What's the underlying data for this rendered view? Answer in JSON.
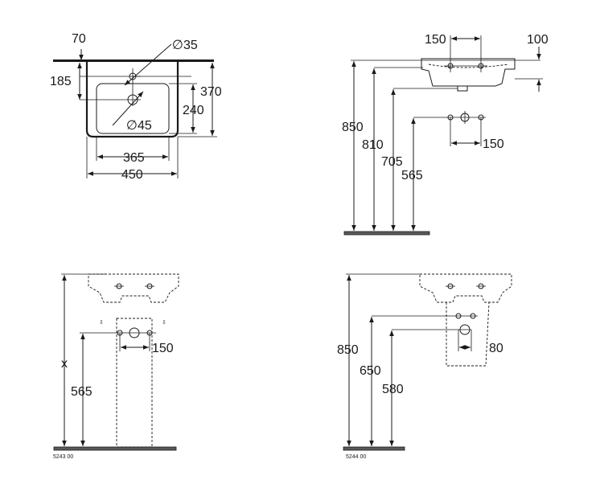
{
  "views": {
    "top_view": {
      "dim_70": "70",
      "dim_185": "185",
      "dim_dia35": "∅35",
      "dim_370": "370",
      "dim_240": "240",
      "dim_dia45": "∅45",
      "dim_365": "365",
      "dim_450": "450"
    },
    "side_view": {
      "dim_150_top": "150",
      "dim_100": "100",
      "dim_850": "850",
      "dim_810": "810",
      "dim_705": "705",
      "dim_565": "565",
      "dim_150_holes": "150"
    },
    "pedestal_view": {
      "dim_x": "x",
      "dim_565": "565",
      "dim_150": "150",
      "code": "5243 00"
    },
    "semi_pedestal_view": {
      "dim_850": "850",
      "dim_650": "650",
      "dim_580": "580",
      "dim_80": "80",
      "code": "5244 00"
    }
  }
}
